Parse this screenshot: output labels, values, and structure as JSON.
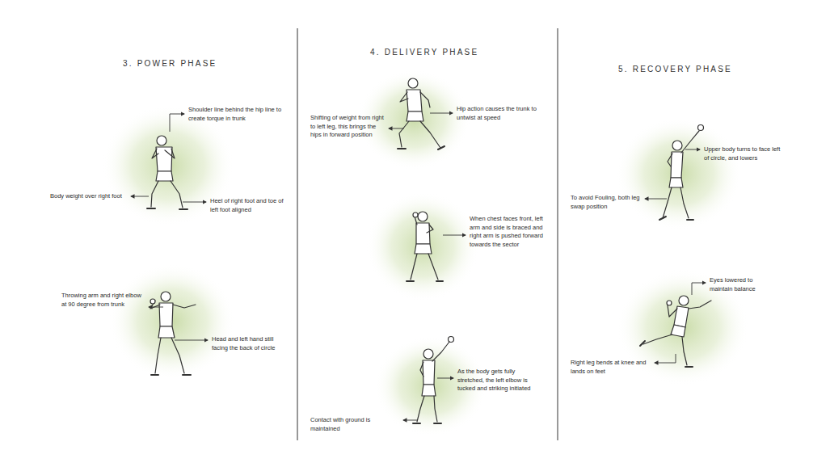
{
  "diagram": {
    "labels": [
      "3. POWER PHASE",
      "Shoulder line behind the hip line to create torque in trunk",
      "Body weight over right foot",
      "Heel of right foot and toe of left foot aligned",
      "Throwing arm and right elbow at 90 degree from trunk",
      "Head and left hand still facing the back of circle",
      "4. DELIVERY PHASE",
      "Shifting of weight from right to left leg, this brings the hips in forward position",
      "Hip action causes the trunk to untwist at speed",
      "When chest faces front, left arm and side is braced and right arm is pushed forward towards the sector",
      "As the body gets fully stretched, the left elbow is tucked and striking initiated",
      "Contact with ground is maintained",
      "5. RECOVERY PHASE",
      "Upper body turns to face left of circle, and lowers",
      "To avoid Fouling, both leg swap position",
      "Eyes lowered to maintain balance",
      "Right leg bends at knee and lands on feet"
    ]
  }
}
